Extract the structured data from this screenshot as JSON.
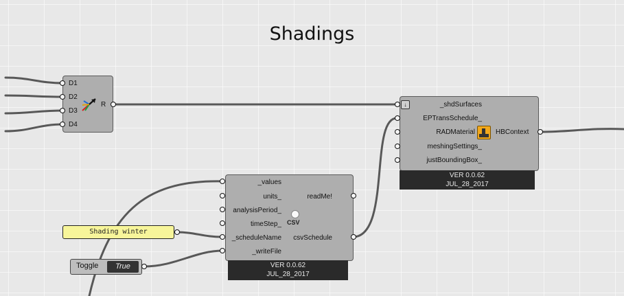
{
  "canvas": {
    "title": "Shadings"
  },
  "merge_node": {
    "inputs": [
      "D1",
      "D2",
      "D3",
      "D4"
    ],
    "output": "R",
    "icon": "merge-arrows-icon"
  },
  "hb_context_node": {
    "inputs": [
      "_shdSurfaces",
      "EPTransSchedule_",
      "RADMaterial",
      "meshingSettings_",
      "justBoundingBox_"
    ],
    "output": "HBContext",
    "icon": "honeybee-context-icon",
    "version": "VER 0.0.62",
    "date": "JUL_28_2017"
  },
  "csv_node": {
    "inputs": [
      "_values",
      "units_",
      "analysisPeriod_",
      "timeStep_",
      "_scheduleName",
      "_writeFile"
    ],
    "outputs": [
      "readMe!",
      "csvSchedule"
    ],
    "icon_label": "CSV",
    "version": "VER 0.0.62",
    "date": "JUL_28_2017"
  },
  "panel": {
    "text": "Shading winter"
  },
  "toggle": {
    "label": "Toggle",
    "value": "True"
  },
  "colors": {
    "canvas": "#e8e8e8",
    "node": "#aeaeae",
    "panel": "#f7f59a",
    "wire": "#5a5a5a",
    "version_bar": "#2a2a2a"
  }
}
